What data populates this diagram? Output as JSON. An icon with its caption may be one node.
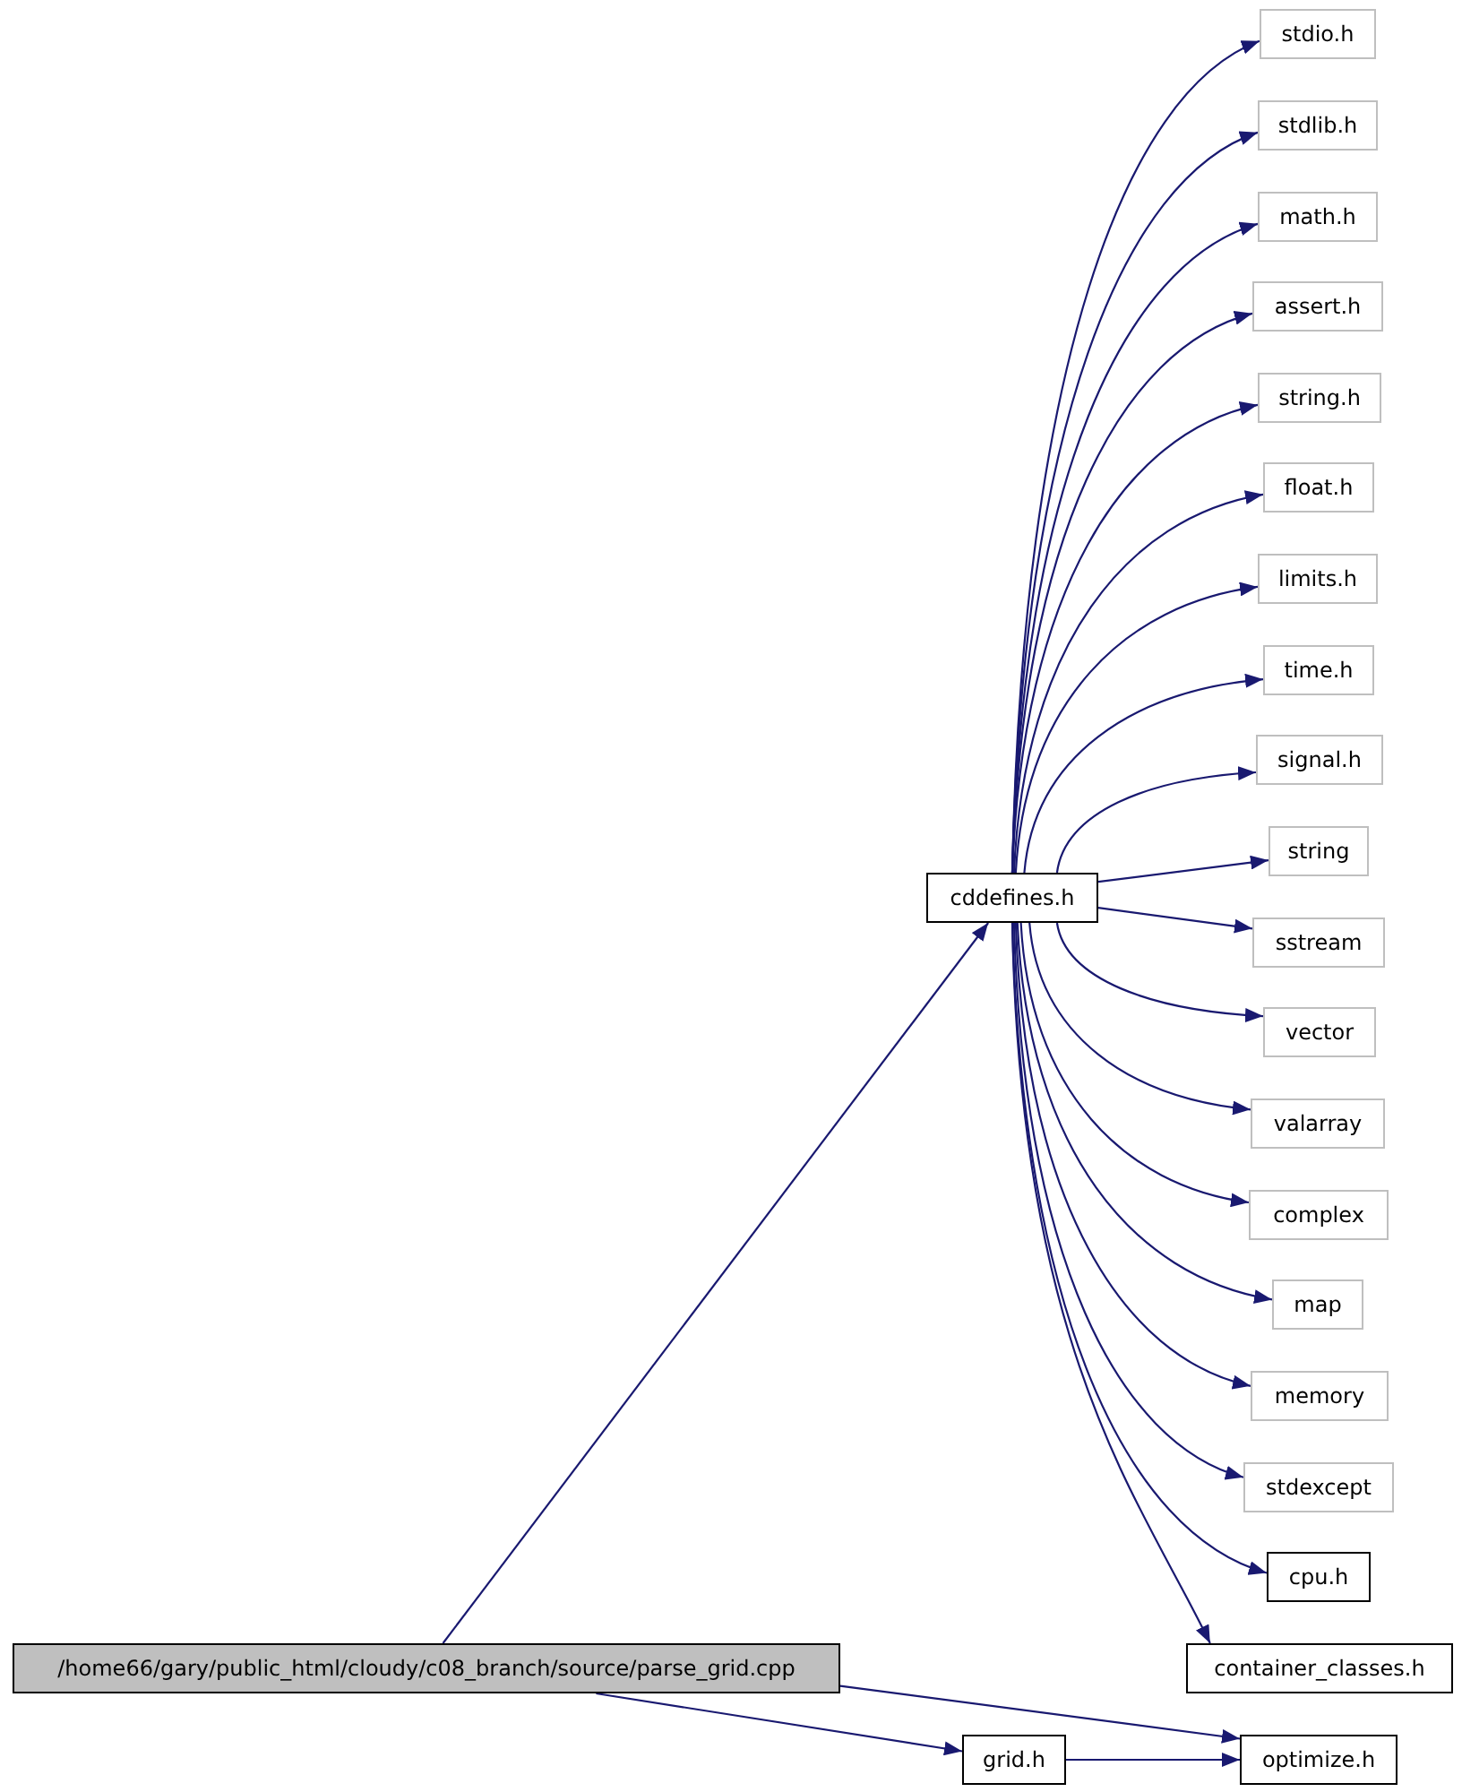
{
  "diagram": {
    "nodes": [
      {
        "text": [
          "stdio.h"
        ]
      },
      {
        "text": [
          "stdlib.h"
        ]
      },
      {
        "text": [
          "math.h"
        ]
      },
      {
        "text": [
          "assert.h"
        ]
      },
      {
        "text": [
          "string.h"
        ]
      },
      {
        "text": [
          "float.h"
        ]
      },
      {
        "text": [
          "limits.h"
        ]
      },
      {
        "text": [
          "time.h"
        ]
      },
      {
        "text": [
          "signal.h"
        ]
      },
      {
        "text": [
          "string"
        ]
      },
      {
        "text": [
          "cddefines.h"
        ]
      },
      {
        "text": [
          "sstream"
        ]
      },
      {
        "text": [
          "vector"
        ]
      },
      {
        "text": [
          "valarray"
        ]
      },
      {
        "text": [
          "complex"
        ]
      },
      {
        "text": [
          "map"
        ]
      },
      {
        "text": [
          "memory"
        ]
      },
      {
        "text": [
          "stdexcept"
        ]
      },
      {
        "text": [
          "cpu.h"
        ]
      },
      {
        "text": [
          "/home66/gary/public_html/cloudy/c08_branch/source/parse_grid.cpp"
        ]
      },
      {
        "text": [
          "container_classes.h"
        ]
      },
      {
        "text": [
          "grid.h"
        ]
      },
      {
        "text": [
          "optimize.h"
        ]
      }
    ],
    "edges": [
      {
        "from": 19,
        "to": 10,
        "arrow": "to"
      },
      {
        "from": 10,
        "to": 0,
        "arrow": "to"
      },
      {
        "from": 10,
        "to": 1,
        "arrow": "to"
      },
      {
        "from": 10,
        "to": 2,
        "arrow": "to"
      },
      {
        "from": 10,
        "to": 3,
        "arrow": "to"
      },
      {
        "from": 10,
        "to": 4,
        "arrow": "to"
      },
      {
        "from": 10,
        "to": 5,
        "arrow": "to"
      },
      {
        "from": 10,
        "to": 6,
        "arrow": "to"
      },
      {
        "from": 10,
        "to": 7,
        "arrow": "to"
      },
      {
        "from": 10,
        "to": 8,
        "arrow": "to"
      },
      {
        "from": 10,
        "to": 9,
        "arrow": "to"
      },
      {
        "from": 10,
        "to": 11,
        "arrow": "to"
      },
      {
        "from": 10,
        "to": 12,
        "arrow": "to"
      },
      {
        "from": 10,
        "to": 13,
        "arrow": "to"
      },
      {
        "from": 10,
        "to": 14,
        "arrow": "to"
      },
      {
        "from": 10,
        "to": 15,
        "arrow": "to"
      },
      {
        "from": 10,
        "to": 16,
        "arrow": "to"
      },
      {
        "from": 10,
        "to": 17,
        "arrow": "to"
      },
      {
        "from": 10,
        "to": 18,
        "arrow": "to"
      },
      {
        "from": 10,
        "to": 20,
        "arrow": "to"
      },
      {
        "from": 19,
        "to": 22,
        "arrow": "to"
      },
      {
        "from": 19,
        "to": 21,
        "arrow": "to"
      },
      {
        "from": 21,
        "to": 22,
        "arrow": "to"
      }
    ]
  }
}
